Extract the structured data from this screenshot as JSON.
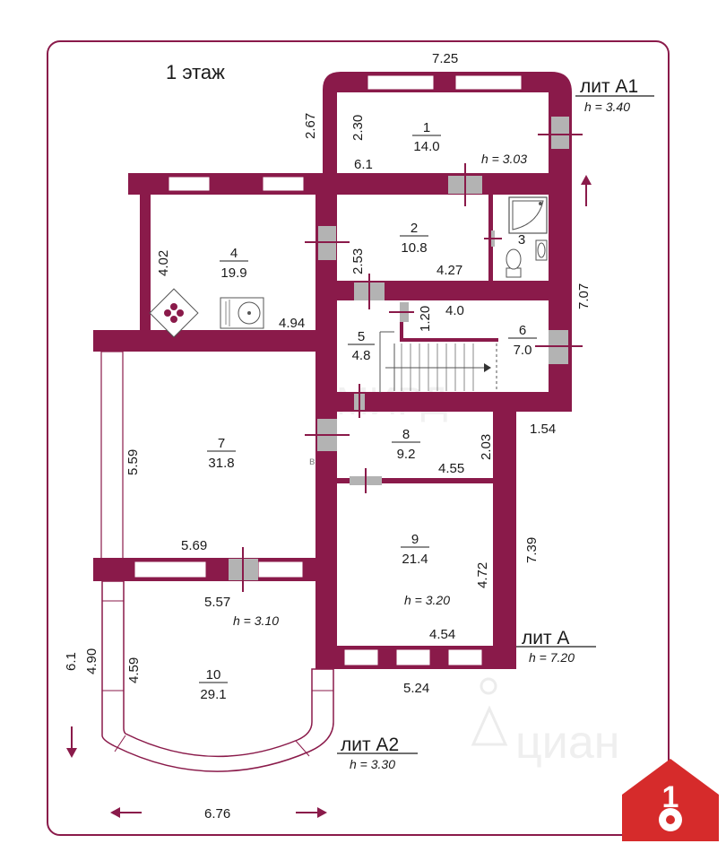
{
  "floor_title": "1 этаж",
  "litera": {
    "a1": {
      "label": "лит А1",
      "height": "h = 3.40"
    },
    "a": {
      "label": "лит  А",
      "height": "h = 7.20"
    },
    "a2": {
      "label": "лит А2",
      "height": "h = 3.30"
    }
  },
  "rooms": [
    {
      "num": "1",
      "area": "14.0"
    },
    {
      "num": "2",
      "area": "10.8"
    },
    {
      "num": "3"
    },
    {
      "num": "4",
      "area": "19.9"
    },
    {
      "num": "5",
      "area": "4.8"
    },
    {
      "num": "6",
      "area": "7.0"
    },
    {
      "num": "7",
      "area": "31.8"
    },
    {
      "num": "8",
      "area": "9.2"
    },
    {
      "num": "9",
      "area": "21.4"
    },
    {
      "num": "10",
      "area": "29.1"
    }
  ],
  "room_heights": {
    "r1": "h = 3.03",
    "r9": "h = 3.20",
    "r10": "h = 3.10"
  },
  "dimensions": {
    "top_725": "7.25",
    "left_267": "2.67",
    "r1_230": "2.30",
    "r1_61": "6.1",
    "r2_253": "2.53",
    "r2_427": "4.27",
    "r4_402": "4.02",
    "r4_494": "4.94",
    "r5_120": "1.20",
    "r5_40": "4.0",
    "right_707": "7.07",
    "right_154": "1.54",
    "r7_559": "5.59",
    "r7_569": "5.69",
    "r8_203": "2.03",
    "r8_455": "4.55",
    "r9_739": "7.39",
    "r9_472": "4.72",
    "r9_454": "4.54",
    "bottom_524": "5.24",
    "r10_557": "5.57",
    "r10_61": "6.1",
    "r10_490": "4.90",
    "r10_459": "4.59",
    "bottom_676": "6.76"
  },
  "watermarks": {
    "center": "МИРД",
    "center_sub": "в",
    "corner": "циан"
  },
  "logo_digit": "1",
  "colors": {
    "wall": "#8a1a4a",
    "door": "#b3b3b3",
    "logo": "#d62b2b",
    "frame": "#8a1a4a"
  }
}
